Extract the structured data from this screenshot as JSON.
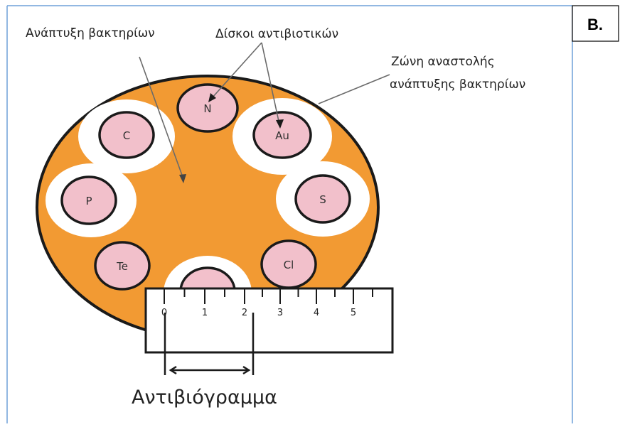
{
  "panel_label": "Β.",
  "labels": {
    "bacterial_growth": "Ανάπτυξη βακτηρίων",
    "antibiotic_discs": "Δίσκοι αντιβιοτικών",
    "inhibition_zone_line1": "Ζώνη αναστολής",
    "inhibition_zone_line2": "ανάπτυξης βακτηρίων"
  },
  "discs": [
    {
      "id": "N"
    },
    {
      "id": "C"
    },
    {
      "id": "Au"
    },
    {
      "id": "P"
    },
    {
      "id": "S"
    },
    {
      "id": "Te"
    },
    {
      "id": "Cl"
    }
  ],
  "ruler": {
    "ticks": [
      "0",
      "1",
      "2",
      "3",
      "4",
      "5"
    ]
  },
  "caption": "Αντιβιόγραμμα",
  "colors": {
    "growth": "#f29a33",
    "inhibition_zone": "#ffffff",
    "disc_fill": "#f2c0cb",
    "outline": "#1a1a1a",
    "frame": "#6fa0d8"
  }
}
